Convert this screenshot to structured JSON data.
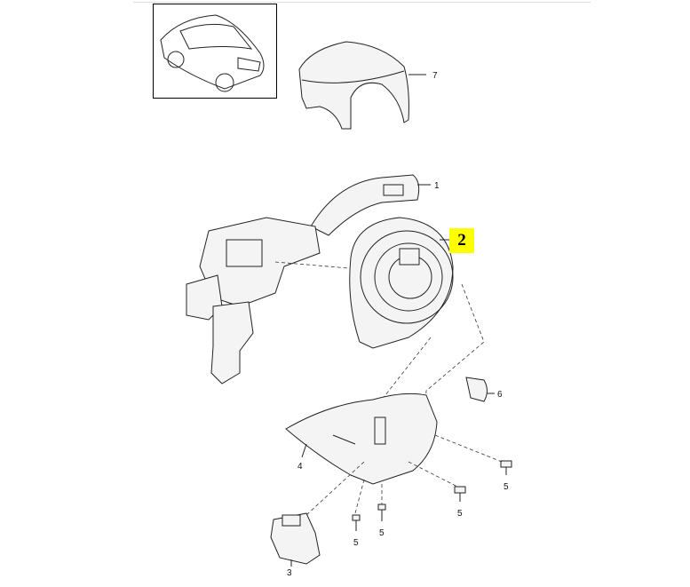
{
  "colors": {
    "highlight": "#ffff00",
    "line": "#222222"
  },
  "thumbnail": {
    "icon": "car-overview-icon"
  },
  "callouts": {
    "part7": "7",
    "part1": "1",
    "part2": "2",
    "part6": "6",
    "part4": "4",
    "part5a": "5",
    "part5b": "5",
    "part5c": "5",
    "part5d": "5",
    "part3": "3"
  }
}
